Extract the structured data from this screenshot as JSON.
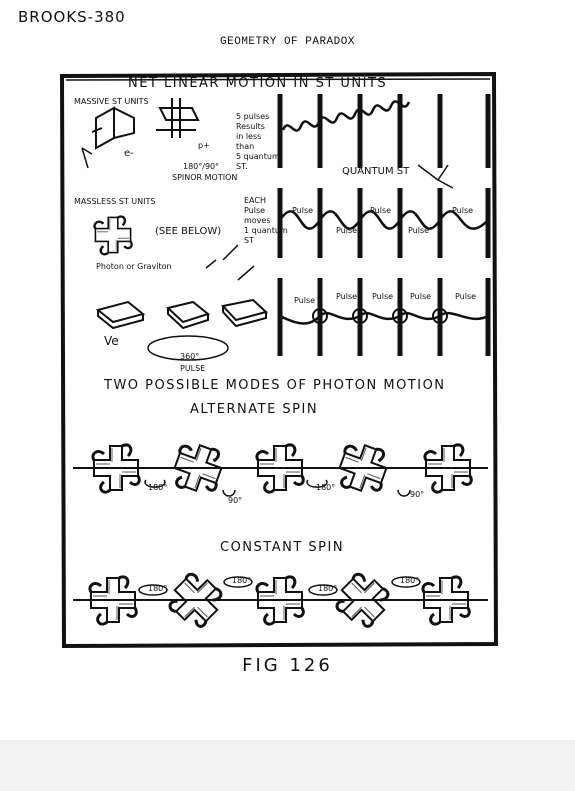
{
  "header": {
    "author": "BROOKS-380",
    "title": "GEOMETRY OF PARADOX"
  },
  "figure": {
    "main_title": "NET LINEAR MOTION IN ST UNITS",
    "massive": {
      "label": "MASSIVE ST UNITS",
      "e_label": "e-",
      "p_label": "p+",
      "spinor": "180°/90°",
      "spinor_motion": "SPINOR MOTION",
      "note": [
        "5 pulses",
        "Results",
        "in less",
        "than",
        "5 quantum",
        "ST."
      ]
    },
    "quantum_st": "QUANTUM ST",
    "massless": {
      "label": "MASSLESS ST UNITS",
      "see_below": "(SEE BELOW)",
      "photon": "Photon or Graviton",
      "note": [
        "EACH",
        "Pulse",
        "moves",
        "1 quantum",
        "ST"
      ]
    },
    "pulse": "Pulse",
    "ve_label": "Ve",
    "rotation_360": "360°",
    "rotation_360_pulse": "PULSE",
    "modes_title": "TWO POSSIBLE MODES OF PHOTON MOTION",
    "alternate": {
      "title": "ALTERNATE SPIN",
      "angle_180": "180°",
      "angle_90": "90°"
    },
    "constant": {
      "title": "CONSTANT SPIN",
      "angle_180": "180°"
    }
  },
  "caption": "FIG 126"
}
